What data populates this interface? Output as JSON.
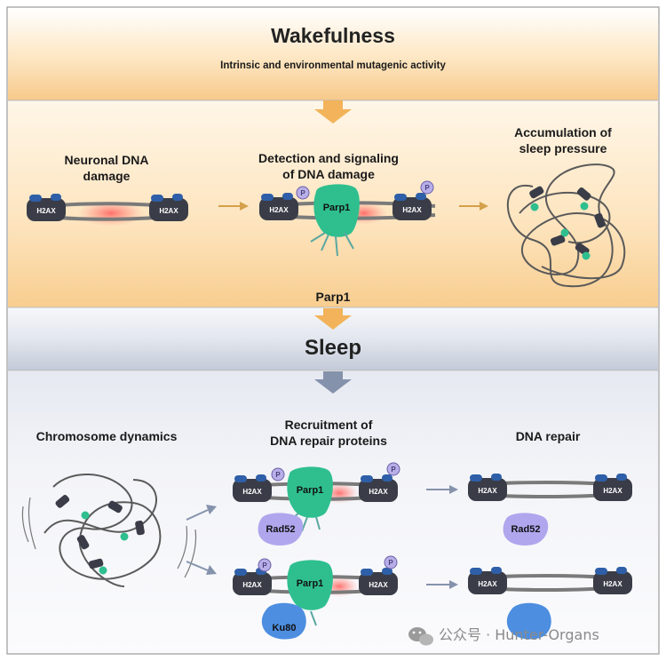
{
  "wake": {
    "title": "Wakefulness",
    "subtitle": "Intrinsic and environmental mutagenic activity",
    "step1": [
      "Neuronal DNA",
      "damage"
    ],
    "step2": [
      "Detection and signaling",
      "of DNA damage"
    ],
    "step3": [
      "Accumulation of",
      "sleep pressure"
    ]
  },
  "transition": {
    "label": "Parp1"
  },
  "sleep": {
    "title": "Sleep",
    "step1": [
      "Chromosome dynamics"
    ],
    "step2": [
      "Recruitment of",
      "DNA repair proteins"
    ],
    "step3": [
      "DNA repair"
    ]
  },
  "labels": {
    "histone": "H2AX",
    "phospho": "P",
    "parp1": "Parp1",
    "rad52": "Rad52",
    "ku80": "Ku80"
  },
  "watermark": {
    "text": "公众号 · Hunter-Organs"
  },
  "colors": {
    "wake_band": "#f7c98a",
    "sleep_band": "#c3cad8",
    "arrow_orange": "#f2b35a",
    "arrow_blue": "#8592ac",
    "parp1": "#2fbf8f",
    "rad52": "#b0a6ee",
    "ku80": "#4d8ee0",
    "histone": "#3a3d48",
    "damage": "#ff6b6b"
  }
}
